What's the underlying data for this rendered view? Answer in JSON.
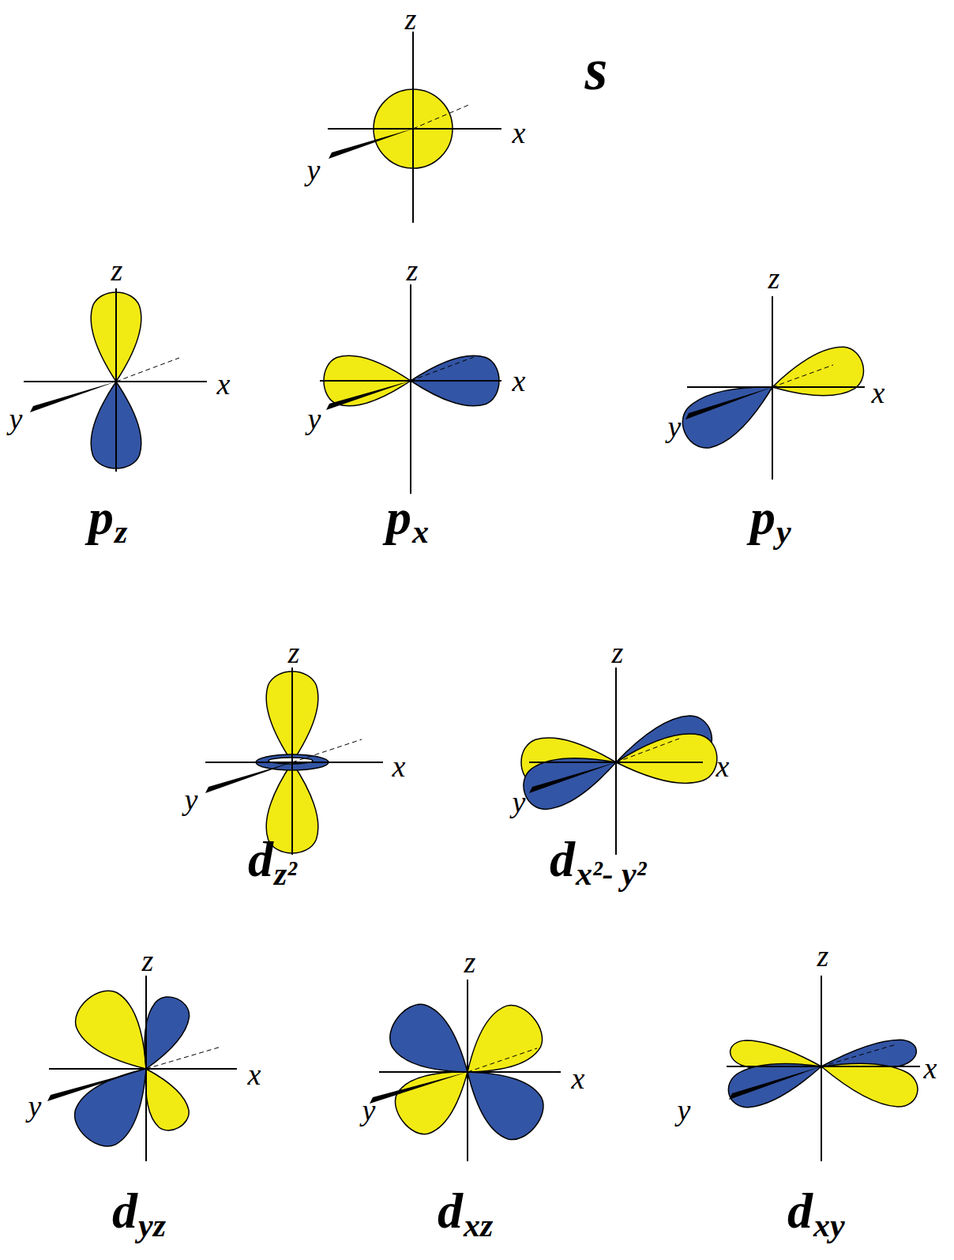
{
  "diagram": {
    "labels": [
      "z",
      "x",
      "y",
      "s",
      "z",
      "x",
      "y",
      "p",
      "z",
      "z",
      "x",
      "y",
      "p",
      "x",
      "z",
      "x",
      "y",
      "p",
      "y",
      "z",
      "x",
      "y",
      "d",
      "z²",
      "z",
      "x",
      "y",
      "d",
      "x²- y²",
      "z",
      "x",
      "y",
      "d",
      "yz",
      "z",
      "x",
      "y",
      "d",
      "xz",
      "z",
      "x",
      "y",
      "d",
      "xy"
    ]
  }
}
